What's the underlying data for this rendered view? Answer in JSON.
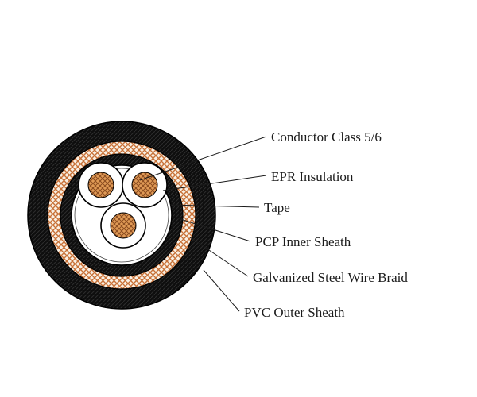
{
  "diagram": {
    "type": "cable-cross-section",
    "labels": [
      {
        "id": "conductor",
        "text": "Conductor Class 5/6"
      },
      {
        "id": "epr-insulation",
        "text": "EPR Insulation"
      },
      {
        "id": "tape",
        "text": "Tape"
      },
      {
        "id": "pcp-inner-sheath",
        "text": "PCP Inner Sheath"
      },
      {
        "id": "galvanized-steel-wire-braid",
        "text": "Galvanized Steel Wire Braid"
      },
      {
        "id": "pvc-outer-sheath",
        "text": "PVC Outer Sheath"
      }
    ],
    "colors": {
      "outer_sheath": "#0e0e0e",
      "sheath_hatch": "#2d2d2d",
      "copper": "#c87137",
      "copper_dark": "#8a4b1f",
      "copper_fill": "#e09a56",
      "braid_background": "#f8efe3",
      "insulation": "#ffffff",
      "leader_line": "#1b1b1b"
    }
  }
}
